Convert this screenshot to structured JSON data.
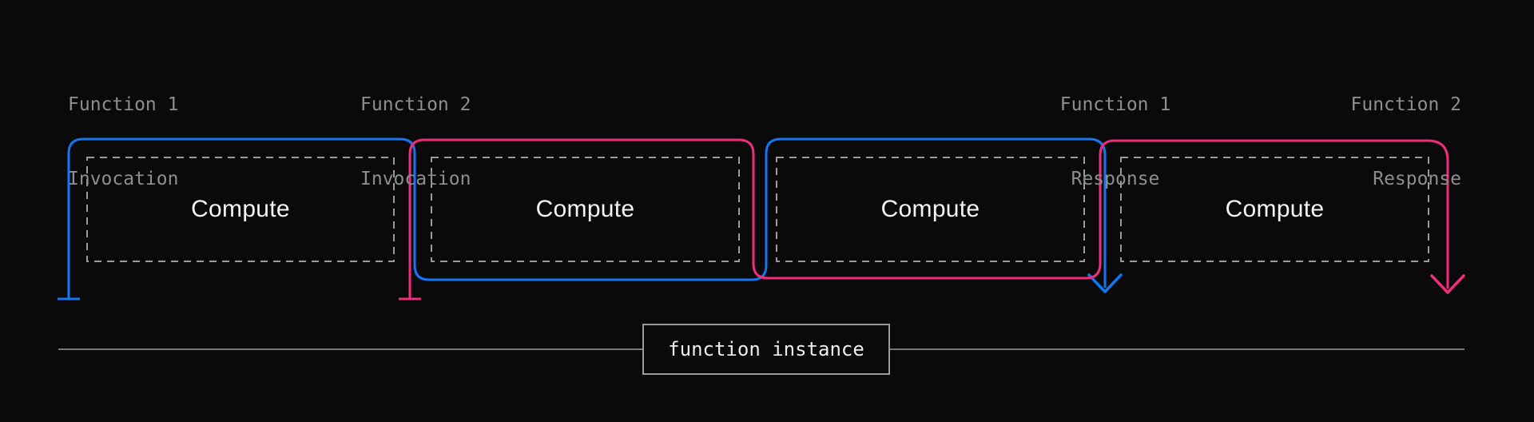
{
  "colors": {
    "background": "#0a0a0a",
    "function1_blue": "#1476f2",
    "function2_pink": "#ee2d7c",
    "label_gray": "#8e8e8e",
    "dashed_box_gray": "#9a9a9a",
    "timeline_gray": "#787878",
    "compute_text_white": "#f5f5f5"
  },
  "top_labels": {
    "f1_invocation": {
      "line1": "Function 1",
      "line2": "Invocation"
    },
    "f2_invocation": {
      "line1": "Function 2",
      "line2": "Invocation"
    },
    "f1_response": {
      "line1": "Function 1",
      "line2": "Response"
    },
    "f2_response": {
      "line1": "Function 2",
      "line2": "Response"
    }
  },
  "compute_boxes": [
    {
      "label": "Compute"
    },
    {
      "label": "Compute"
    },
    {
      "label": "Compute"
    },
    {
      "label": "Compute"
    }
  ],
  "instance": {
    "label": "function instance"
  }
}
